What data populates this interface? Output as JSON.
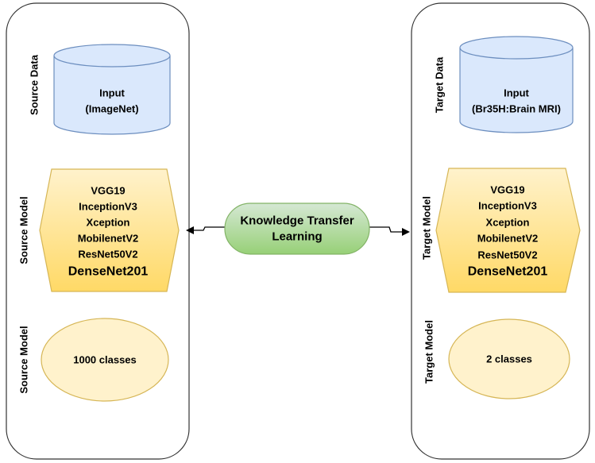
{
  "source": {
    "labels": {
      "data": "Source Data",
      "model": "Source Model",
      "output_model": "Source  Model"
    },
    "input": {
      "line1": "Input",
      "line2": "(ImageNet)"
    },
    "models": [
      "VGG19",
      "InceptionV3",
      "Xception",
      "MobilenetV2",
      "ResNet50V2",
      "DenseNet201"
    ],
    "output": "1000 classes"
  },
  "target": {
    "labels": {
      "data": "Target Data",
      "model": "Target Model",
      "output_model": "Target Model"
    },
    "input": {
      "line1": "Input",
      "line2": "(Br35H:Brain MRI)"
    },
    "models": [
      "VGG19",
      "InceptionV3",
      "Xception",
      "MobilenetV2",
      "ResNet50V2",
      "DenseNet201"
    ],
    "output": "2 classes"
  },
  "center": {
    "line1": "Knowledge Transfer",
    "line2": "Learning"
  },
  "colors": {
    "cylinder_fill": "#dae8fc",
    "cylinder_stroke": "#6c8ebf",
    "hexagon_top": "#fff2cc",
    "hexagon_bottom": "#ffd966",
    "hexagon_stroke": "#d6b656",
    "ellipse_fill": "#fff2cc",
    "ellipse_stroke": "#d6b656",
    "center_top": "#d5e8d4",
    "center_bottom": "#97d077",
    "center_stroke": "#82b366"
  }
}
